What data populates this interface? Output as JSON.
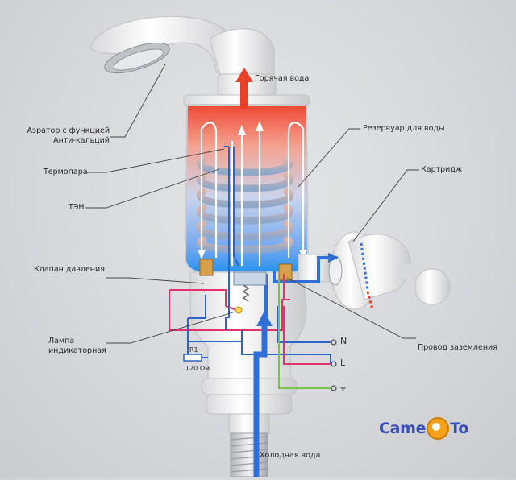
{
  "labels": {
    "hot_water": "Горячая вода",
    "aerator_line1": "Аэратор с функцией",
    "aerator_line2": "Анти-кальций",
    "reservoir": "Резервуар для воды",
    "thermocouple": "Термопара",
    "cartridge": "Картридж",
    "heater": "ТЭН",
    "pressure_valve": "Клапан давления",
    "lamp_line1": "Лампа",
    "lamp_line2": "индикаторная",
    "ground_wire": "Провод заземления",
    "resistor_name": "R1",
    "resistor_value": "120 Ом",
    "wire_n": "N",
    "wire_l": "L",
    "wire_ground": "⏚",
    "cold_water": "Холодная вода"
  },
  "logo": {
    "part1": "Came",
    "part2": "To"
  },
  "colors": {
    "hot": "#e8402b",
    "cold": "#2f6fd6",
    "wire_magenta": "#e0336e",
    "wire_blue": "#2f63c9",
    "wire_green": "#78c44a",
    "leader": "#444444"
  }
}
